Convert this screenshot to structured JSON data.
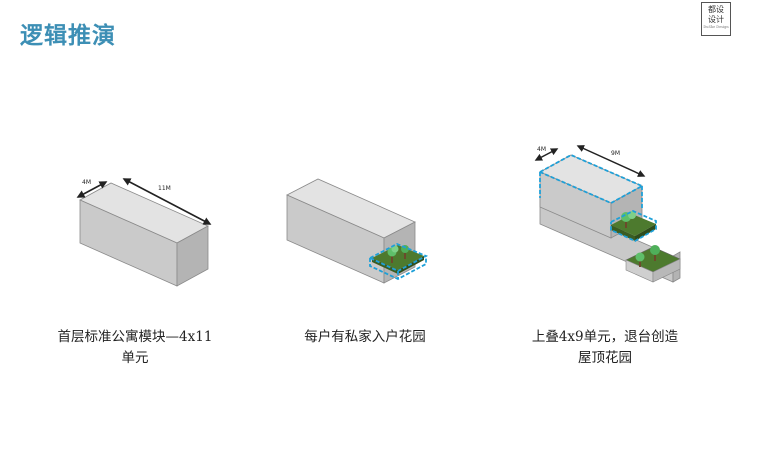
{
  "header": {
    "title": "逻辑推演",
    "logo": {
      "line1": "都设",
      "line2": "设计",
      "line3": "DuShe Design"
    }
  },
  "steps": [
    {
      "dims": {
        "width": "4M",
        "length": "11M"
      },
      "caption_line1": "首层标准公寓模块—4x11",
      "caption_line2": "单元"
    },
    {
      "caption_line1": "每户有私家入户花园"
    },
    {
      "dims": {
        "width": "4M",
        "length": "9M"
      },
      "caption_line1": "上叠4x9单元，退台创造",
      "caption_line2": "屋顶花园"
    }
  ],
  "colors": {
    "title": "#3d8fb5",
    "box_top": "#e3e3e3",
    "box_front": "#c9c9c9",
    "box_side": "#b3b3b3",
    "highlight": "#1ea0d8",
    "garden": "#4d7a2e"
  }
}
